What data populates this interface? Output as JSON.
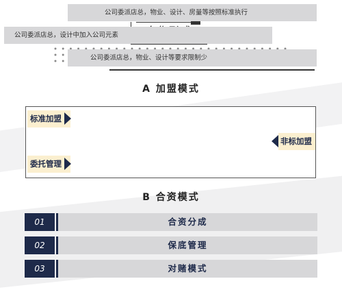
{
  "header": {
    "title": "合作形式"
  },
  "section_a": {
    "title": "A  加盟模式",
    "rows": [
      {
        "tag": "标准加盟",
        "text": "公司委派店总，物业、设计、房量等按照标准执行"
      },
      {
        "tag": "非标加盟",
        "text": "公司委派店总，设计中加入公司元素"
      },
      {
        "tag": "委托管理",
        "text": "公司委派店总，物业、设计等要求限制少"
      }
    ]
  },
  "section_b": {
    "title": "B  合资模式",
    "rows": [
      {
        "num": "01",
        "label": "合资分成"
      },
      {
        "num": "02",
        "label": "保底管理"
      },
      {
        "num": "03",
        "label": "对赌模式"
      }
    ]
  },
  "colors": {
    "navy": "#1e2a4a",
    "tag_bg": "#fbefcf",
    "bar_gray": "#d7d7d9"
  }
}
